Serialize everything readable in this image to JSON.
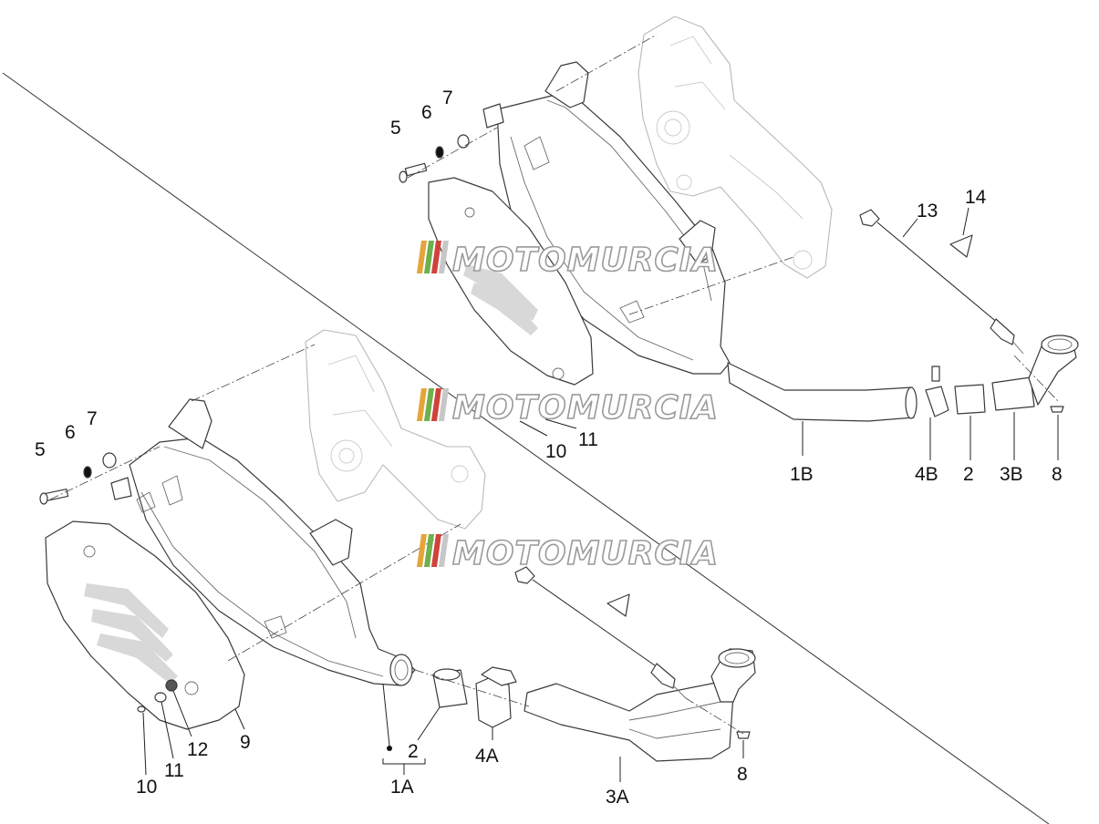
{
  "diagram": {
    "watermark_text": "MOTOMURCIA",
    "watermark_colors": [
      "#e5a43a",
      "#6fb04c",
      "#d0423a",
      "#c7c7c7"
    ],
    "callouts": {
      "upper": {
        "l5": "5",
        "l6": "6",
        "l7": "7",
        "l13": "13",
        "l14": "14",
        "l1B": "1B",
        "l4B": "4B",
        "l2": "2",
        "l3B": "3B",
        "l8": "8",
        "l10": "10",
        "l11": "11"
      },
      "lower": {
        "l5": "5",
        "l6": "6",
        "l7": "7",
        "l9": "9",
        "l10": "10",
        "l11": "11",
        "l12": "12",
        "l1A": "1A",
        "l2": "2",
        "l4A": "4A",
        "l3A": "3A",
        "l8": "8"
      }
    }
  }
}
